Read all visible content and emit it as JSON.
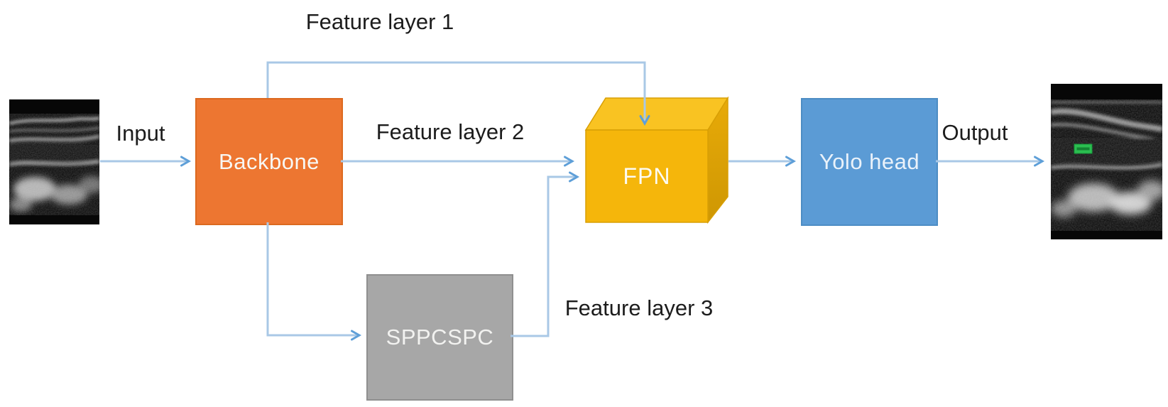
{
  "diagram": {
    "type": "flowchart",
    "labels": {
      "input": "Input",
      "output": "Output",
      "feature_layer_1": "Feature layer 1",
      "feature_layer_2": "Feature layer 2",
      "feature_layer_3": "Feature layer 3"
    },
    "nodes": {
      "input_image": {
        "kind": "ultrasound-scan"
      },
      "backbone": {
        "label": "Backbone",
        "color": "#ED7631"
      },
      "sppcspc": {
        "label": "SPPCSPC",
        "color": "#A7A7A7"
      },
      "fpn": {
        "label": "FPN",
        "color": "#F5B60B",
        "shape": "3d-cube"
      },
      "yolo_head": {
        "label": "Yolo head",
        "color": "#5B9BD5"
      },
      "output_image": {
        "kind": "ultrasound-scan-with-detection",
        "detection_box_color": "#2BBE50"
      }
    },
    "edges": [
      {
        "from": "input_image",
        "to": "backbone",
        "label": "Input"
      },
      {
        "from": "backbone",
        "to": "fpn",
        "label": "Feature layer 1",
        "route": "over-top"
      },
      {
        "from": "backbone",
        "to": "fpn",
        "label": "Feature layer 2",
        "route": "direct"
      },
      {
        "from": "backbone",
        "to": "sppcspc",
        "label": ""
      },
      {
        "from": "sppcspc",
        "to": "fpn",
        "label": "Feature layer 3"
      },
      {
        "from": "fpn",
        "to": "yolo_head",
        "label": ""
      },
      {
        "from": "yolo_head",
        "to": "output_image",
        "label": "Output"
      }
    ],
    "colors": {
      "connector_line": "#A9C8E6",
      "arrowhead": "#5E9FD8",
      "label_text": "#1C1C1C",
      "node_text": "#FFFFFF"
    }
  }
}
